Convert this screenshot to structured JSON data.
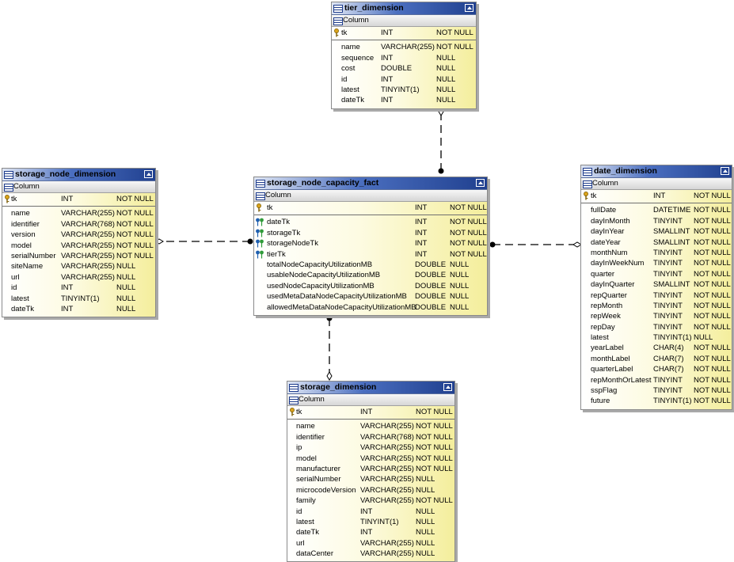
{
  "tables": {
    "tier_dimension": {
      "name": "tier_dimension",
      "column_header": "Column",
      "pk": [
        {
          "name": "tk",
          "type": "INT",
          "null": "NOT NULL"
        }
      ],
      "cols": [
        {
          "name": "name",
          "type": "VARCHAR(255)",
          "null": "NOT NULL"
        },
        {
          "name": "sequence",
          "type": "INT",
          "null": "NULL"
        },
        {
          "name": "cost",
          "type": "DOUBLE",
          "null": "NULL"
        },
        {
          "name": "id",
          "type": "INT",
          "null": "NULL"
        },
        {
          "name": "latest",
          "type": "TINYINT(1)",
          "null": "NULL"
        },
        {
          "name": "dateTk",
          "type": "INT",
          "null": "NULL"
        }
      ]
    },
    "storage_node_dimension": {
      "name": "storage_node_dimension",
      "column_header": "Column",
      "pk": [
        {
          "name": "tk",
          "type": "INT",
          "null": "NOT NULL"
        }
      ],
      "cols": [
        {
          "name": "name",
          "type": "VARCHAR(255)",
          "null": "NOT NULL"
        },
        {
          "name": "identifier",
          "type": "VARCHAR(768)",
          "null": "NOT NULL"
        },
        {
          "name": "version",
          "type": "VARCHAR(255)",
          "null": "NOT NULL"
        },
        {
          "name": "model",
          "type": "VARCHAR(255)",
          "null": "NOT NULL"
        },
        {
          "name": "serialNumber",
          "type": "VARCHAR(255)",
          "null": "NOT NULL"
        },
        {
          "name": "siteName",
          "type": "VARCHAR(255)",
          "null": "NULL"
        },
        {
          "name": "url",
          "type": "VARCHAR(255)",
          "null": "NULL"
        },
        {
          "name": "id",
          "type": "INT",
          "null": "NULL"
        },
        {
          "name": "latest",
          "type": "TINYINT(1)",
          "null": "NULL"
        },
        {
          "name": "dateTk",
          "type": "INT",
          "null": "NULL"
        }
      ]
    },
    "storage_node_capacity_fact": {
      "name": "storage_node_capacity_fact",
      "column_header": "Column",
      "pk": [
        {
          "name": "tk",
          "type": "INT",
          "null": "NOT NULL"
        }
      ],
      "fks": [
        {
          "name": "dateTk",
          "type": "INT",
          "null": "NOT NULL"
        },
        {
          "name": "storageTk",
          "type": "INT",
          "null": "NOT NULL"
        },
        {
          "name": "storageNodeTk",
          "type": "INT",
          "null": "NOT NULL"
        },
        {
          "name": "tierTk",
          "type": "INT",
          "null": "NOT NULL"
        }
      ],
      "cols": [
        {
          "name": "totalNodeCapacityUtilizationMB",
          "type": "DOUBLE",
          "null": "NULL"
        },
        {
          "name": "usableNodeCapacityUtilizationMB",
          "type": "DOUBLE",
          "null": "NULL"
        },
        {
          "name": "usedNodeCapacityUtilizationMB",
          "type": "DOUBLE",
          "null": "NULL"
        },
        {
          "name": "usedMetaDataNodeCapacityUtilizationMB",
          "type": "DOUBLE",
          "null": "NULL"
        },
        {
          "name": "allowedMetaDataNodeCapacityUtilizationMB",
          "type": "DOUBLE",
          "null": "NULL"
        }
      ]
    },
    "date_dimension": {
      "name": "date_dimension",
      "column_header": "Column",
      "pk": [
        {
          "name": "tk",
          "type": "INT",
          "null": "NOT NULL"
        }
      ],
      "cols": [
        {
          "name": "fullDate",
          "type": "DATETIME",
          "null": "NOT NULL"
        },
        {
          "name": "dayInMonth",
          "type": "TINYINT",
          "null": "NOT NULL"
        },
        {
          "name": "dayInYear",
          "type": "SMALLINT",
          "null": "NOT NULL"
        },
        {
          "name": "dateYear",
          "type": "SMALLINT",
          "null": "NOT NULL"
        },
        {
          "name": "monthNum",
          "type": "TINYINT",
          "null": "NOT NULL"
        },
        {
          "name": "dayInWeekNum",
          "type": "TINYINT",
          "null": "NOT NULL"
        },
        {
          "name": "quarter",
          "type": "TINYINT",
          "null": "NOT NULL"
        },
        {
          "name": "dayInQuarter",
          "type": "SMALLINT",
          "null": "NOT NULL"
        },
        {
          "name": "repQuarter",
          "type": "TINYINT",
          "null": "NOT NULL"
        },
        {
          "name": "repMonth",
          "type": "TINYINT",
          "null": "NOT NULL"
        },
        {
          "name": "repWeek",
          "type": "TINYINT",
          "null": "NOT NULL"
        },
        {
          "name": "repDay",
          "type": "TINYINT",
          "null": "NOT NULL"
        },
        {
          "name": "latest",
          "type": "TINYINT(1)",
          "null": "NULL"
        },
        {
          "name": "yearLabel",
          "type": "CHAR(4)",
          "null": "NOT NULL"
        },
        {
          "name": "monthLabel",
          "type": "CHAR(7)",
          "null": "NOT NULL"
        },
        {
          "name": "quarterLabel",
          "type": "CHAR(7)",
          "null": "NOT NULL"
        },
        {
          "name": "repMonthOrLatest",
          "type": "TINYINT",
          "null": "NOT NULL"
        },
        {
          "name": "sspFlag",
          "type": "TINYINT",
          "null": "NOT NULL"
        },
        {
          "name": "future",
          "type": "TINYINT(1)",
          "null": "NOT NULL"
        }
      ]
    },
    "storage_dimension": {
      "name": "storage_dimension",
      "column_header": "Column",
      "pk": [
        {
          "name": "tk",
          "type": "INT",
          "null": "NOT NULL"
        }
      ],
      "cols": [
        {
          "name": "name",
          "type": "VARCHAR(255)",
          "null": "NOT NULL"
        },
        {
          "name": "identifier",
          "type": "VARCHAR(768)",
          "null": "NOT NULL"
        },
        {
          "name": "ip",
          "type": "VARCHAR(255)",
          "null": "NOT NULL"
        },
        {
          "name": "model",
          "type": "VARCHAR(255)",
          "null": "NOT NULL"
        },
        {
          "name": "manufacturer",
          "type": "VARCHAR(255)",
          "null": "NOT NULL"
        },
        {
          "name": "serialNumber",
          "type": "VARCHAR(255)",
          "null": "NULL"
        },
        {
          "name": "microcodeVersion",
          "type": "VARCHAR(255)",
          "null": "NULL"
        },
        {
          "name": "family",
          "type": "VARCHAR(255)",
          "null": "NOT NULL"
        },
        {
          "name": "id",
          "type": "INT",
          "null": "NULL"
        },
        {
          "name": "latest",
          "type": "TINYINT(1)",
          "null": "NULL"
        },
        {
          "name": "dateTk",
          "type": "INT",
          "null": "NULL"
        },
        {
          "name": "url",
          "type": "VARCHAR(255)",
          "null": "NULL"
        },
        {
          "name": "dataCenter",
          "type": "VARCHAR(255)",
          "null": "NULL"
        }
      ]
    }
  },
  "relationships": [
    {
      "from": "storage_node_capacity_fact",
      "to": "tier_dimension"
    },
    {
      "from": "storage_node_capacity_fact",
      "to": "storage_node_dimension"
    },
    {
      "from": "storage_node_capacity_fact",
      "to": "date_dimension"
    },
    {
      "from": "storage_node_capacity_fact",
      "to": "storage_dimension"
    }
  ],
  "colors": {
    "title_gradient_end": "#20408f",
    "body_gradient_end": "#f4ee9c",
    "key_icon": "#d9a21b",
    "fk_icon_blue": "#1f5fb0",
    "fk_icon_green": "#2f9a3a"
  }
}
